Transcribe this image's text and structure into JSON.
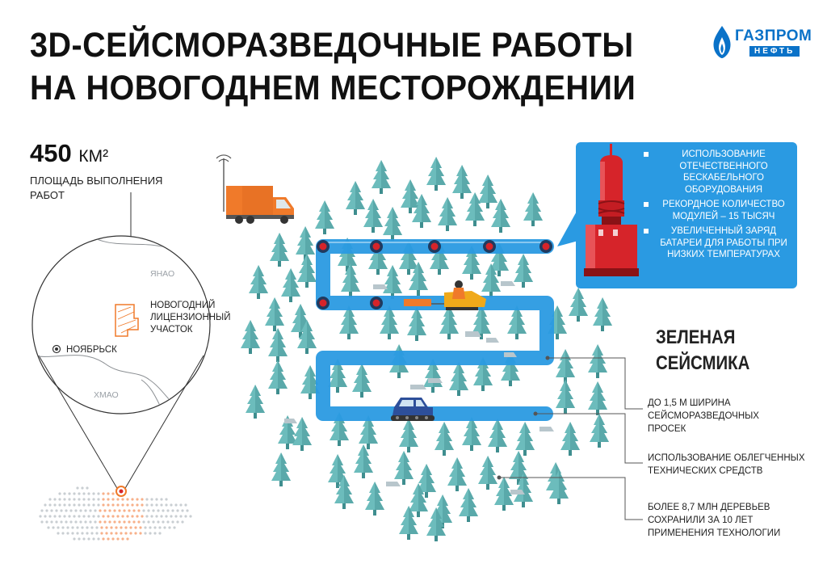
{
  "title": {
    "line1": "3D-СЕЙСМОРАЗВЕДОЧНЫЕ РАБОТЫ",
    "line2": "НА НОВОГОДНЕМ МЕСТОРОЖДЕНИИ"
  },
  "logo": {
    "word": "ГАЗПРОМ",
    "sub": "НЕФТЬ",
    "icon": "gas-flame-icon",
    "color": "#0a72c8"
  },
  "area": {
    "value": "450",
    "unit": "КМ²",
    "label": "ПЛОЩАДЬ ВЫПОЛНЕНИЯ РАБОТ"
  },
  "map": {
    "region_north": "ЯНАО",
    "region_south": "ХМАО",
    "city": "НОЯБРЬСК",
    "field_line1": "НОВОГОДНИЙ",
    "field_line2": "ЛИЦЕНЗИОННЫЙ",
    "field_line3": "УЧАСТОК"
  },
  "callout": {
    "items": [
      "ИСПОЛЬЗОВАНИЕ ОТЕЧЕСТВЕННОГО БЕСКАБЕЛЬНОГО ОБОРУДОВАНИЯ",
      "РЕКОРДНОЕ КОЛИЧЕСТВО МОДУЛЕЙ – 15 ТЫСЯЧ",
      "УВЕЛИЧЕННЫЙ ЗАРЯД БАТАРЕИ ДЛЯ РАБОТЫ ПРИ НИЗКИХ ТЕМПЕРАТУРАХ"
    ]
  },
  "green": {
    "title_line1": "ЗЕЛЕНАЯ",
    "title_line2": "СЕЙСМИКА",
    "notes": [
      "ДО 1,5 М ШИРИНА СЕЙСМОРАЗВЕДОЧНЫХ ПРОСЕК",
      "ИСПОЛЬЗОВАНИЕ ОБЛЕГЧЕННЫХ ТЕХНИЧЕСКИХ СРЕДСТВ",
      "БОЛЕЕ 8,7 МЛН ДЕРЕВЬЕВ СОХРАНИЛИ ЗА 10 ЛЕТ ПРИМЕНЕНИЯ ТЕХНОЛОГИИ"
    ]
  },
  "colors": {
    "route": "#2a9ae2",
    "tree": "#6cbcbc",
    "accent": "#f07a2a",
    "sensor": "#d6242a"
  }
}
